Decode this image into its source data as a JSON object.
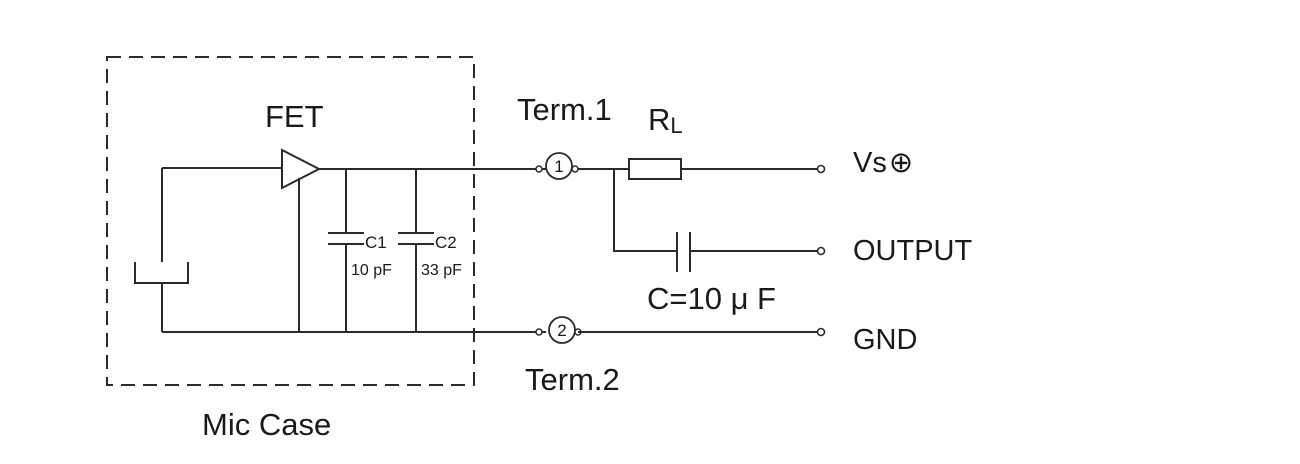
{
  "diagram": {
    "case_label": "Mic Case",
    "fet_label": "FET",
    "term1_label": "Term.1",
    "term2_label": "Term.2",
    "term1_number": "1",
    "term2_number": "2",
    "rl_main": "R",
    "rl_sub": "L",
    "c1_name": "C1",
    "c1_value": "10 pF",
    "c2_name": "C2",
    "c2_value": "33 pF",
    "c_output_label": "C=10 μ F",
    "vs_label": "Vs",
    "vs_symbol": "⊕",
    "output_label": "OUTPUT",
    "gnd_label": "GND"
  }
}
